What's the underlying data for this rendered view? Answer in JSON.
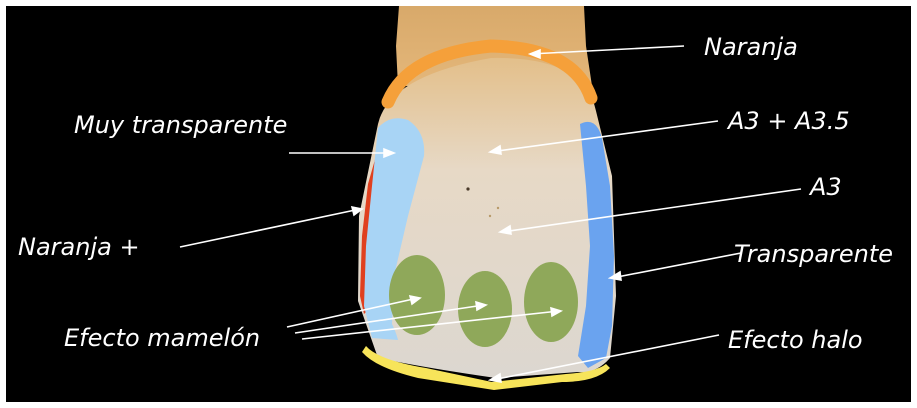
{
  "labels": {
    "naranja_top": "Naranja",
    "muy_transparente": "Muy transparente",
    "a3_a35": "A3 + A3.5",
    "a3": "A3",
    "naranja_plus": "Naranja +",
    "transparente": "Transparente",
    "efecto_mamelon": "Efecto mamelón",
    "efecto_halo": "Efecto halo"
  },
  "colors": {
    "background": "#000000",
    "orange_band": "#f5a03a",
    "red_orange_edge": "#e0401f",
    "light_blue": "#a8d4f5",
    "blue": "#6aa3ef",
    "green_mamelon": "#8fa85a",
    "yellow_halo": "#f7e45a",
    "tooth": "#e8dccb"
  }
}
